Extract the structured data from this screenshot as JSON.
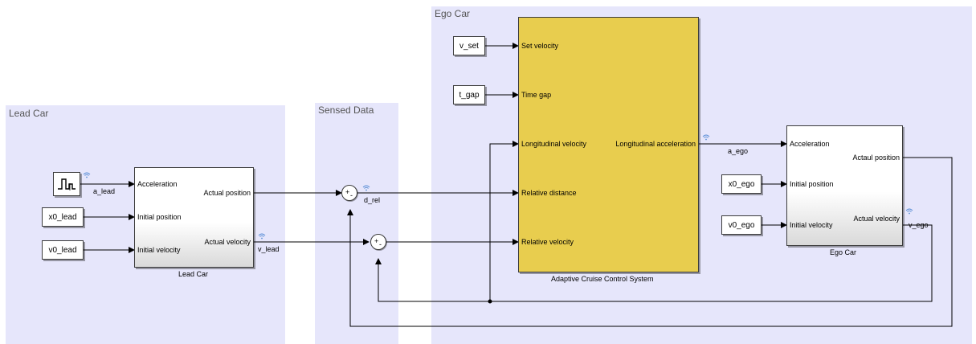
{
  "areas": {
    "lead_car": "Lead Car",
    "sensed_data": "Sensed Data",
    "ego_car": "Ego Car"
  },
  "lead_block": {
    "name": "Lead Car",
    "in_acceleration": "Acceleration",
    "in_initial_position": "Initial position",
    "in_initial_velocity": "Initial velocity",
    "out_actual_position": "Actual position",
    "out_actual_velocity": "Actual velocity"
  },
  "acc_block": {
    "name": "Adaptive Cruise Control System",
    "in_set_velocity": "Set velocity",
    "in_time_gap": "Time gap",
    "in_longitudinal_velocity": "Longitudinal velocity",
    "in_relative_distance": "Relative distance",
    "in_relative_velocity": "Relative velocity",
    "out_longitudinal_acceleration": "Longitudinal acceleration"
  },
  "ego_block": {
    "name": "Ego Car",
    "in_acceleration": "Acceleration",
    "in_initial_position": "Initial position",
    "in_initial_velocity": "Initial velocity",
    "out_position": "Actaul position",
    "out_velocity": "Actual velocity"
  },
  "constants": {
    "v_set": "v_set",
    "t_gap": "t_gap",
    "x0_lead": "x0_lead",
    "v0_lead": "v0_lead",
    "x0_ego": "x0_ego",
    "v0_ego": "v0_ego"
  },
  "signals": {
    "a_lead": "a_lead",
    "v_lead": "v_lead",
    "d_rel": "d_rel",
    "a_ego": "a_ego",
    "v_ego": "v_ego"
  },
  "sum_signs": {
    "plus": "+",
    "minus": "-"
  },
  "icons": {
    "logging": "wifi-logging-icon",
    "signal_generator": "signal-builder-icon"
  },
  "colors": {
    "area_fill": "#e6e6fb",
    "acc_fill": "#e8cd4e",
    "log_icon": "#5b8fd6"
  }
}
